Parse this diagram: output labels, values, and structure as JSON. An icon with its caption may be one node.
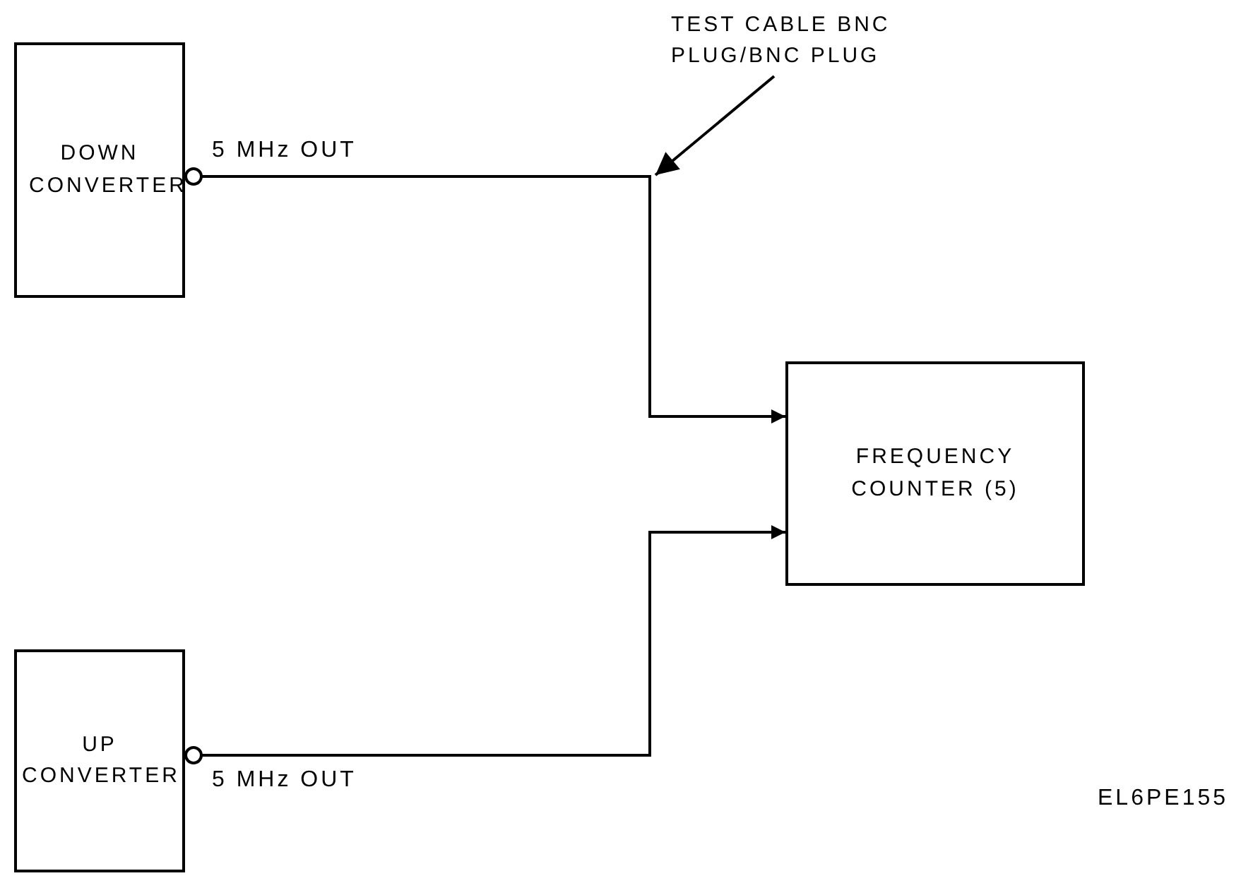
{
  "diagram": {
    "nodes": [
      {
        "text": [
          "DOWN CONVERTER"
        ]
      },
      {
        "text": [
          "FREQUENCY COUNTER (5)"
        ]
      },
      {
        "text": [
          "UP CONVERTER"
        ]
      },
      {
        "text": [
          "TEST CABLE BNC PLUG/BNC PLUG"
        ]
      }
    ],
    "edges": [
      {
        "from": 0,
        "to": 1,
        "arrow": "to",
        "label": "5 MHz OUT"
      },
      {
        "from": 2,
        "to": 1,
        "arrow": "to",
        "label": "5 MHz OUT"
      },
      {
        "from": 3,
        "to": null,
        "arrow": "to"
      }
    ],
    "labels": [
      "EL6PE155"
    ]
  }
}
